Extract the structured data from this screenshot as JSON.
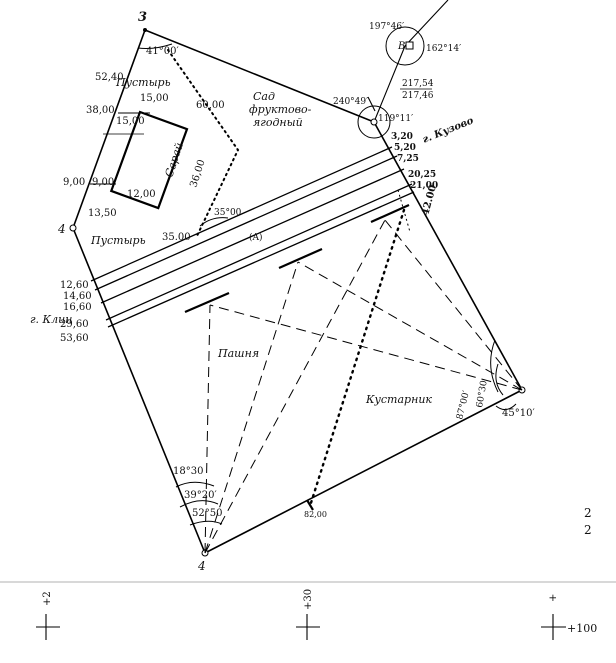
{
  "stations": {
    "top": "3",
    "left_mid": "4",
    "bottom": "4",
    "control_point": "В"
  },
  "angles": {
    "top": "41°00′",
    "cp_left": "197°46′",
    "cp_right": "162°14′",
    "right_top": "240°49′",
    "right_top_b": "119°11′",
    "inner": "35°00",
    "bottom_a": "18°30",
    "bottom_b": "39°20′",
    "bottom_c": "52°50",
    "right_a": "87°00′",
    "right_b": "60°30",
    "right_c": "45°10′"
  },
  "distances": {
    "fraction_num": "217,54",
    "fraction_den": "217,46",
    "d60": "60,00",
    "d36": "36,00",
    "d35": "35.00",
    "d82": "82,00",
    "d42": "42.00"
  },
  "left_offsets": [
    "52,40",
    "38,00",
    "9,00",
    "13,50",
    "12,60",
    "14,60",
    "16,60",
    "29,60",
    "53,60"
  ],
  "barn_dims": {
    "top": "15,00",
    "left_top": "15,00",
    "left_mid": "9,00",
    "bottom": "12,00"
  },
  "right_offsets": [
    "3,20",
    "5,20",
    "7,25",
    "20,25",
    "21,00"
  ],
  "labels": {
    "wasteland_top": "Пустырь",
    "wasteland_left": "Пустырь",
    "barn": "Сарай",
    "garden_1": "Сад",
    "garden_2": "фруктово-",
    "garden_3": "ягодный",
    "road_right": "г. Кузово",
    "road_left": "г. Клин",
    "road_mark": "(A)",
    "field": "Пашня",
    "shrub": "Кустарник"
  },
  "margin_numbers": [
    "2",
    "2"
  ],
  "grid_labels": [
    "+2",
    "+30",
    "+",
    "+100"
  ]
}
